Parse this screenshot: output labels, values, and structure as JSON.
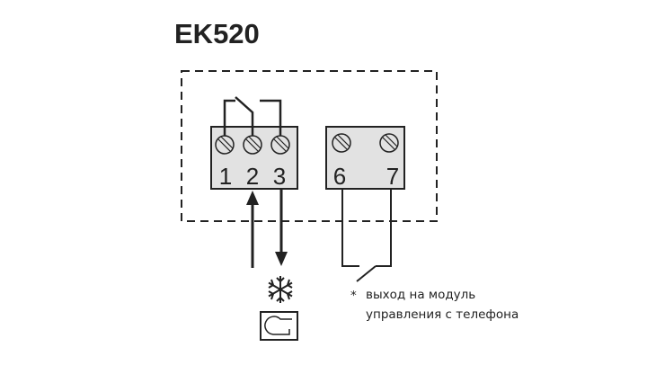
{
  "title": "EK520",
  "terminals_left": [
    "1",
    "2",
    "3"
  ],
  "terminals_right": [
    "6",
    "7"
  ],
  "note": {
    "marker": "*",
    "line1": "выход на модуль",
    "line2": "управления с телефона"
  },
  "icons": [
    "snowflake-icon",
    "fan-icon"
  ],
  "colors": {
    "line": "#222222",
    "block_fill": "#e2e2e2"
  }
}
